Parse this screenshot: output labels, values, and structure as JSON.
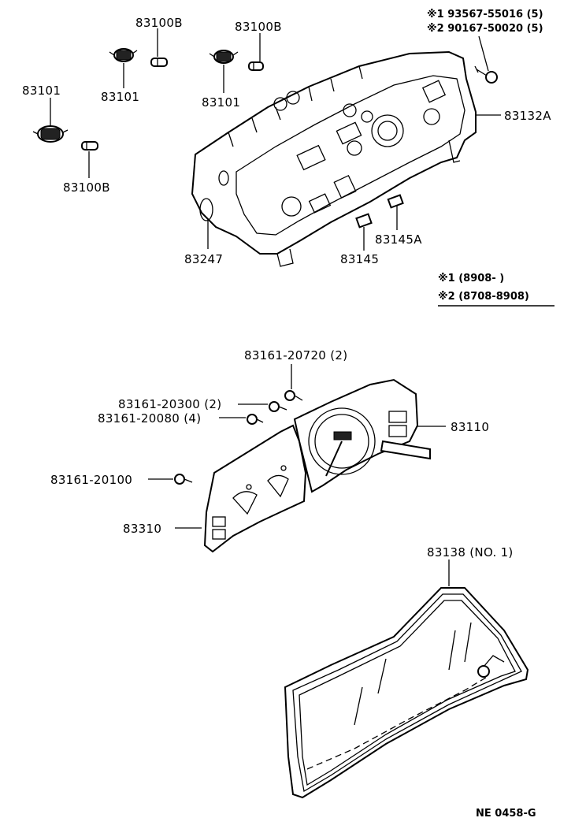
{
  "labels": {
    "bulb_top_left": "83100B",
    "bulb_top_mid": "83100B",
    "socket_left": "83101",
    "socket_mid_left": "83101",
    "socket_mid": "83101",
    "bulb_left_lower": "83100B",
    "screw_note_1": "※1 93567-55016 (5)",
    "screw_note_2": "※2 90167-50020 (5)",
    "printed_circuit": "83132A",
    "plate": "83247",
    "part_83145": "83145",
    "part_83145a": "83145A",
    "screw_20720": "83161-20720 (2)",
    "screw_20300": "83161-20300 (2)",
    "screw_20080": "83161-20080 (4)",
    "screw_20100": "83161-20100",
    "dial_right": "83110",
    "dial_left": "83310",
    "glass": "83138 (NO. 1)",
    "ref_code": "NE 0458-G"
  },
  "legend": {
    "note_1": "※1 (8908-        )",
    "note_2": "※2 (8708-8908)"
  }
}
